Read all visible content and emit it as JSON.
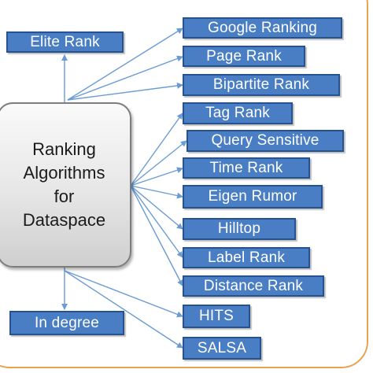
{
  "center": {
    "lines": [
      "Ranking",
      "Algorithms",
      "for",
      "Dataspace"
    ]
  },
  "left_nodes": {
    "top": "Elite Rank",
    "bottom": "In degree"
  },
  "algorithms": [
    "Google Ranking",
    "Page Rank",
    "Bipartite Rank",
    "Tag Rank",
    "Query Sensitive",
    "Time Rank",
    "Eigen Rumor",
    "Hilltop",
    "Label Rank",
    "Distance Rank",
    "HITS",
    "SALSA"
  ],
  "colors": {
    "node_fill": "#4a7ec4",
    "node_border": "#26528f",
    "arrow": "#6a9bd3",
    "frame": "#e8a34f",
    "center_fill": "#e6e6e6"
  }
}
